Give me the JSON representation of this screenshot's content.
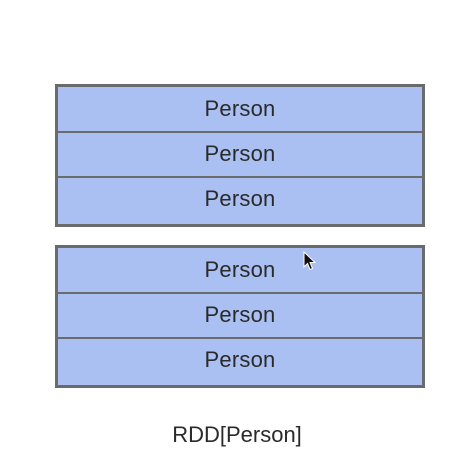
{
  "partitions": [
    {
      "rows": [
        "Person",
        "Person",
        "Person"
      ]
    },
    {
      "rows": [
        "Person",
        "Person",
        "Person"
      ]
    }
  ],
  "caption": "RDD[Person]",
  "colors": {
    "row_fill": "#aabff2",
    "border": "#6b6b6b",
    "text": "#2a2a2a"
  },
  "icons": {
    "pointer": "mouse-pointer-icon"
  }
}
